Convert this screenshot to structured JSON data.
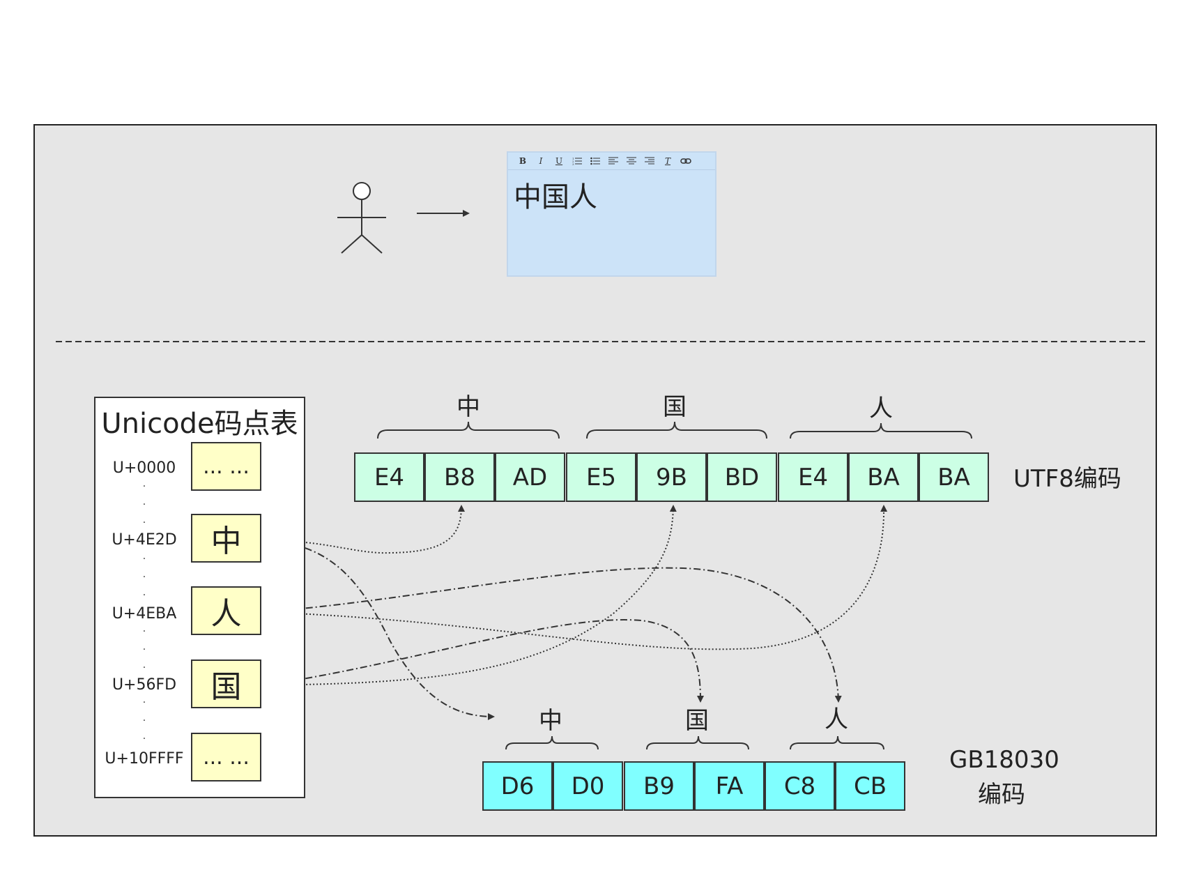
{
  "editor": {
    "toolbar": [
      {
        "label": "B",
        "icon": "bold-icon"
      },
      {
        "label": "I",
        "icon": "italic-icon"
      },
      {
        "label": "U",
        "icon": "underline-icon"
      },
      {
        "label": "",
        "icon": "ordered-list-icon"
      },
      {
        "label": "",
        "icon": "bullet-list-icon"
      },
      {
        "label": "",
        "icon": "align-left-icon"
      },
      {
        "label": "",
        "icon": "align-center-icon"
      },
      {
        "label": "",
        "icon": "align-right-icon"
      },
      {
        "label": "T",
        "icon": "clear-format-icon"
      },
      {
        "label": "",
        "icon": "link-icon"
      }
    ],
    "content": "中国人"
  },
  "unicode_table": {
    "title": "Unicode码点表",
    "entries": [
      {
        "code": "U+0000",
        "char": "... ..."
      },
      {
        "code": "U+4E2D",
        "char": "中"
      },
      {
        "code": "U+4EBA",
        "char": "人"
      },
      {
        "code": "U+56FD",
        "char": "国"
      },
      {
        "code": "U+10FFFF",
        "char": "... ..."
      }
    ]
  },
  "utf8": {
    "label": "UTF8编码",
    "groups": [
      {
        "char": "中",
        "bytes": [
          "E4",
          "B8",
          "AD"
        ]
      },
      {
        "char": "国",
        "bytes": [
          "E5",
          "9B",
          "BD"
        ]
      },
      {
        "char": "人",
        "bytes": [
          "E4",
          "BA",
          "BA"
        ]
      }
    ]
  },
  "gb18030": {
    "label_line1": "GB18030",
    "label_line2": "编码",
    "groups": [
      {
        "char": "中",
        "bytes": [
          "D6",
          "D0"
        ]
      },
      {
        "char": "国",
        "bytes": [
          "B9",
          "FA"
        ]
      },
      {
        "char": "人",
        "bytes": [
          "C8",
          "CB"
        ]
      }
    ]
  },
  "colors": {
    "frame": "#e6e6e6",
    "utf8_cell": "#ccffe5",
    "gb_cell": "#80ffff",
    "cp_box": "#ffffc8",
    "editor": "#cce3f8"
  }
}
